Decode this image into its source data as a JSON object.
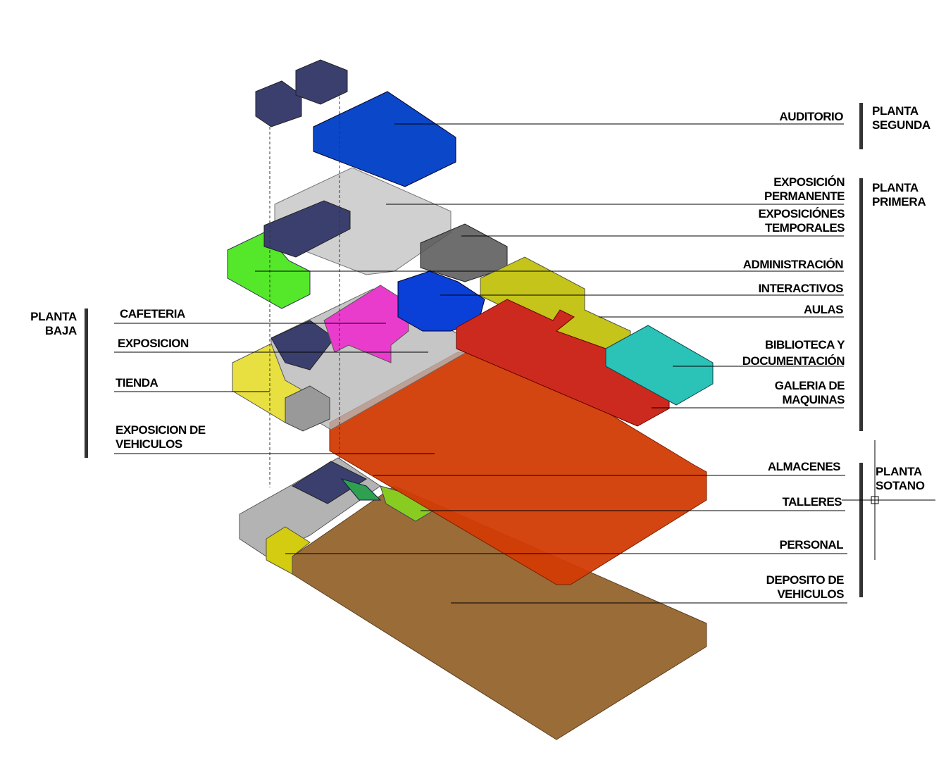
{
  "levels": {
    "segunda": "PLANTA\nSEGUNDA",
    "primera": "PLANTA\nPRIMERA",
    "baja": "PLANTA\nBAJA",
    "sotano": "PLANTA\nSOTANO"
  },
  "right_labels": {
    "auditorio": "AUDITORIO",
    "exposicion_permanente": "EXPOSICIÓN\nPERMANENTE",
    "exposiciones_temporales": "EXPOSICIÓNES\nTEMPORALES",
    "administracion": "ADMINISTRACIÓN",
    "interactivos": "INTERACTIVOS",
    "aulas": "AULAS",
    "biblioteca": "BIBLIOTECA Y\nDOCUMENTACIÓN",
    "galeria": "GALERIA DE\nMAQUINAS",
    "almacenes": "ALMACENES",
    "talleres": "TALLERES",
    "personal": "PERSONAL",
    "deposito": "DEPOSITO DE\nVEHICULOS"
  },
  "left_labels": {
    "cafeteria": "CAFETERIA",
    "exposicion": "EXPOSICION",
    "tienda": "TIENDA",
    "exposicion_vehiculos": "EXPOSICION DE\nVEHICULOS"
  },
  "colors": {
    "auditorio": "#0b47c9",
    "stairs": "#3b3f6e",
    "gray": "#b8b8b8",
    "admin": "#55e82a",
    "interactivos": "#0a40d8",
    "aulas": "#c4c41a",
    "biblioteca": "#2bc2b8",
    "galeria": "#cc2a1e",
    "cafeteria": "#ea3ccc",
    "tienda": "#e8e040",
    "exposicion_vehiculos": "#d23c04",
    "talleres": "#88cc22",
    "personal": "#d4cc10",
    "deposito": "#9a6c38"
  }
}
